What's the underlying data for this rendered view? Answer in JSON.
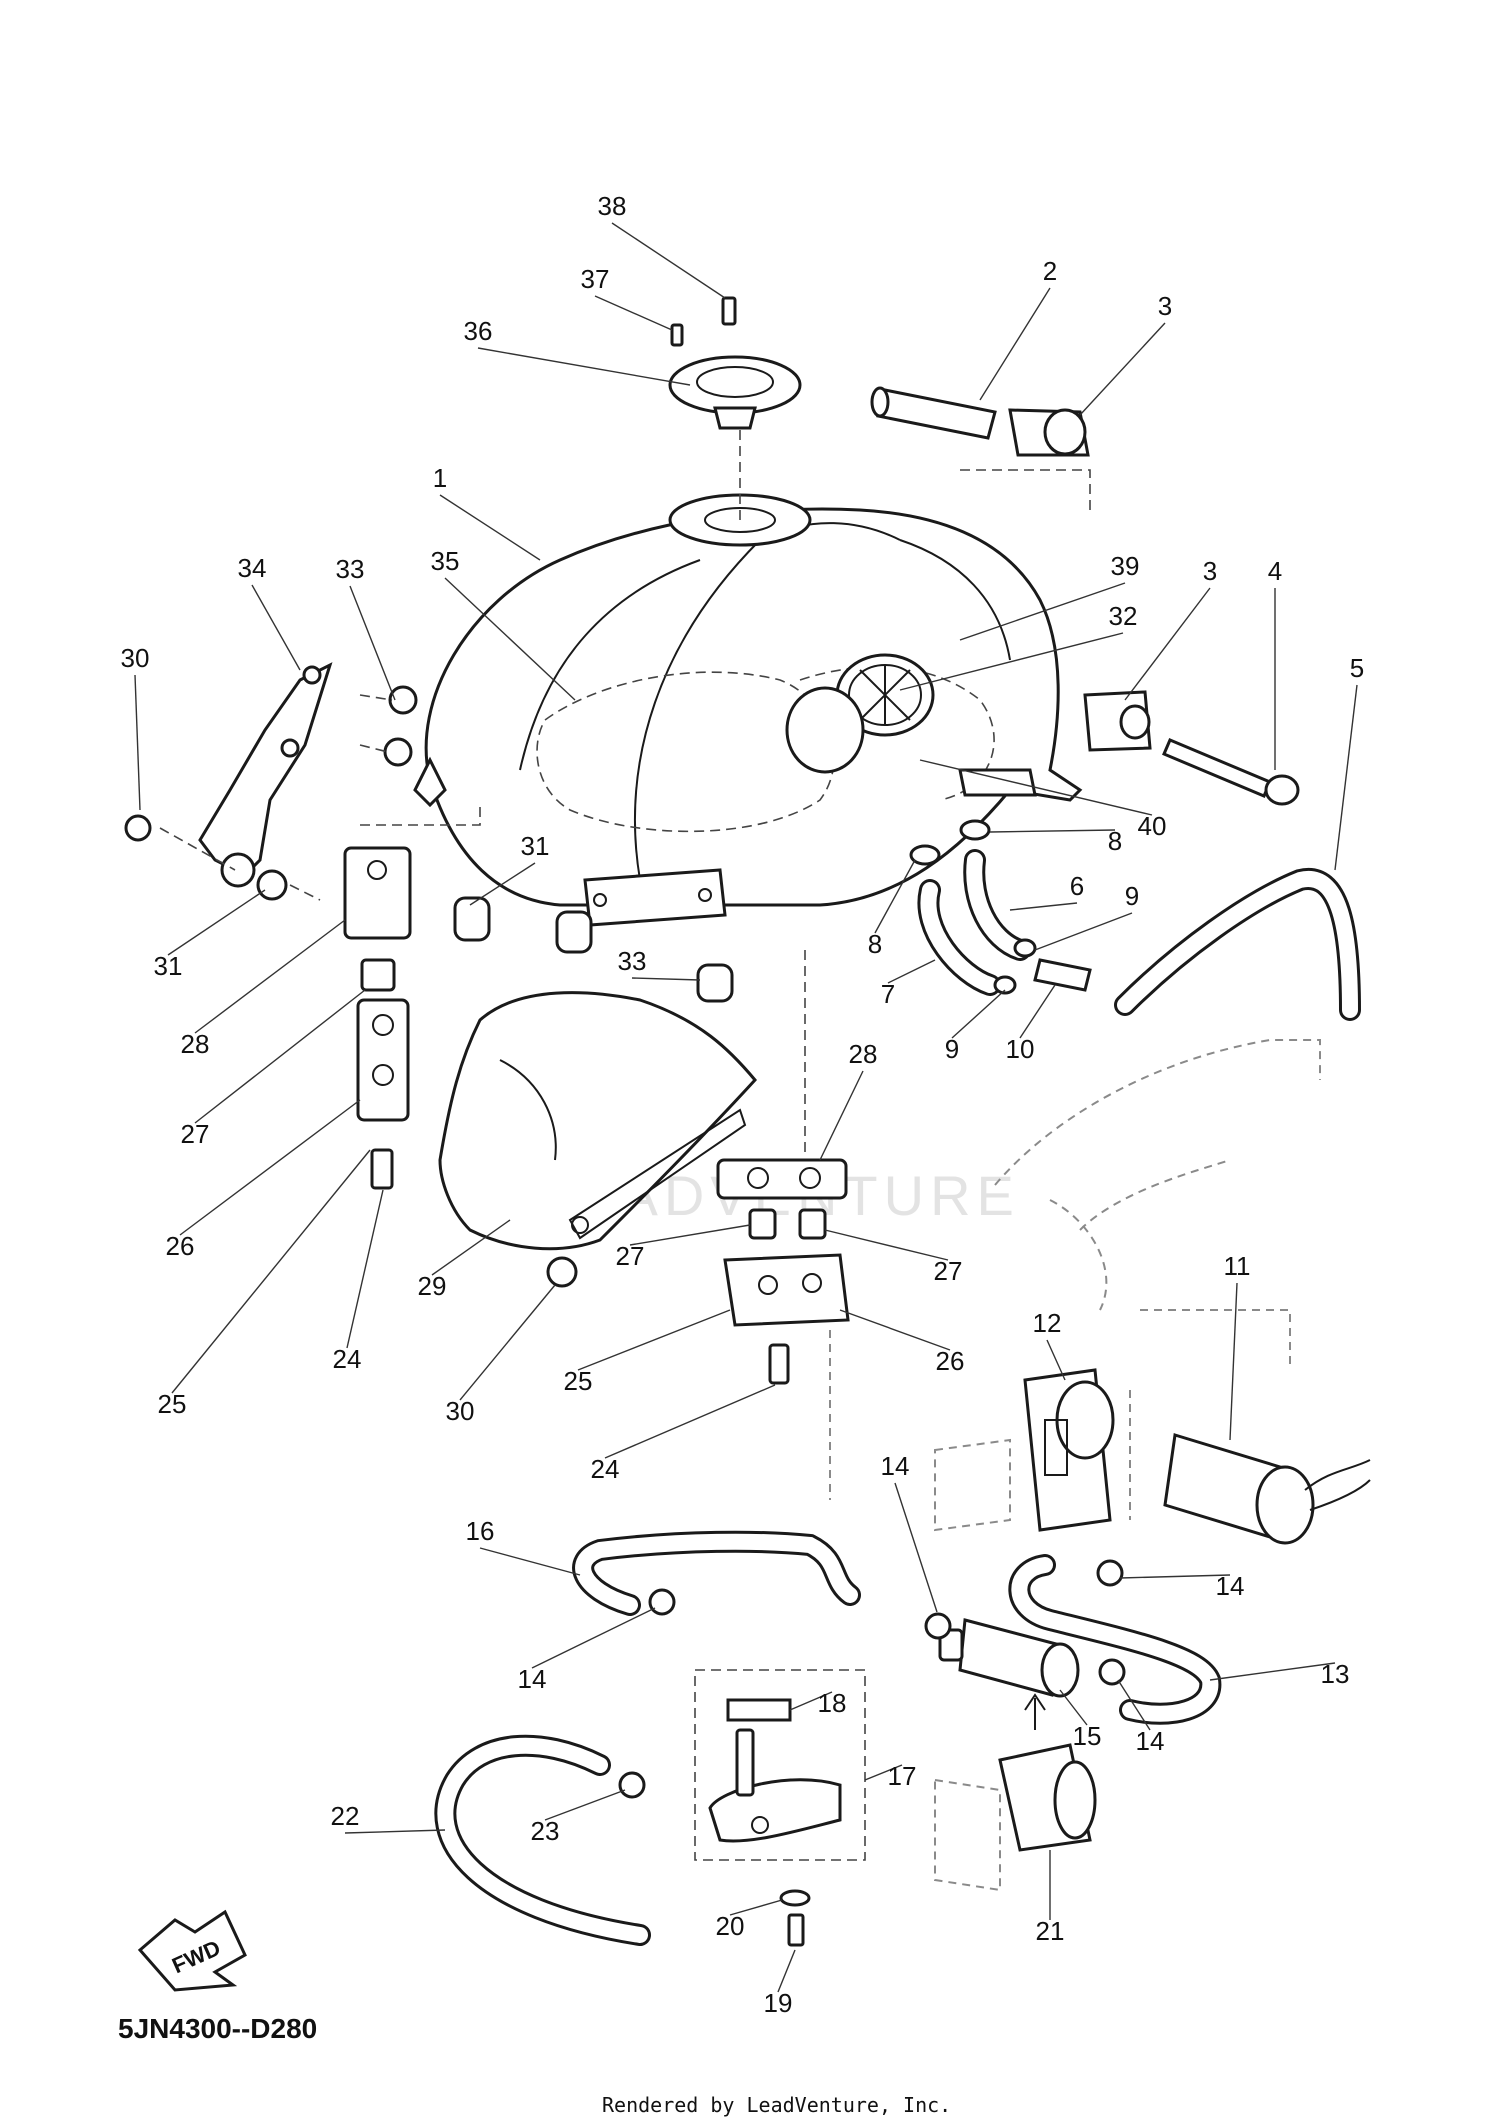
{
  "diagram": {
    "callouts": [
      "1",
      "2",
      "3",
      "3",
      "4",
      "5",
      "6",
      "7",
      "8",
      "8",
      "9",
      "9",
      "10",
      "11",
      "12",
      "13",
      "14",
      "14",
      "14",
      "14",
      "15",
      "16",
      "17",
      "18",
      "19",
      "20",
      "21",
      "22",
      "23",
      "24",
      "24",
      "25",
      "25",
      "26",
      "26",
      "27",
      "27",
      "27",
      "28",
      "28",
      "29",
      "30",
      "30",
      "31",
      "31",
      "32",
      "33",
      "33",
      "34",
      "35",
      "36",
      "37",
      "38",
      "39",
      "40"
    ],
    "fwd_label": "FWD",
    "diagram_code": "5JN4300--D280",
    "credit": "Rendered by LeadVenture, Inc.",
    "watermark": "LEADVENTURE"
  }
}
